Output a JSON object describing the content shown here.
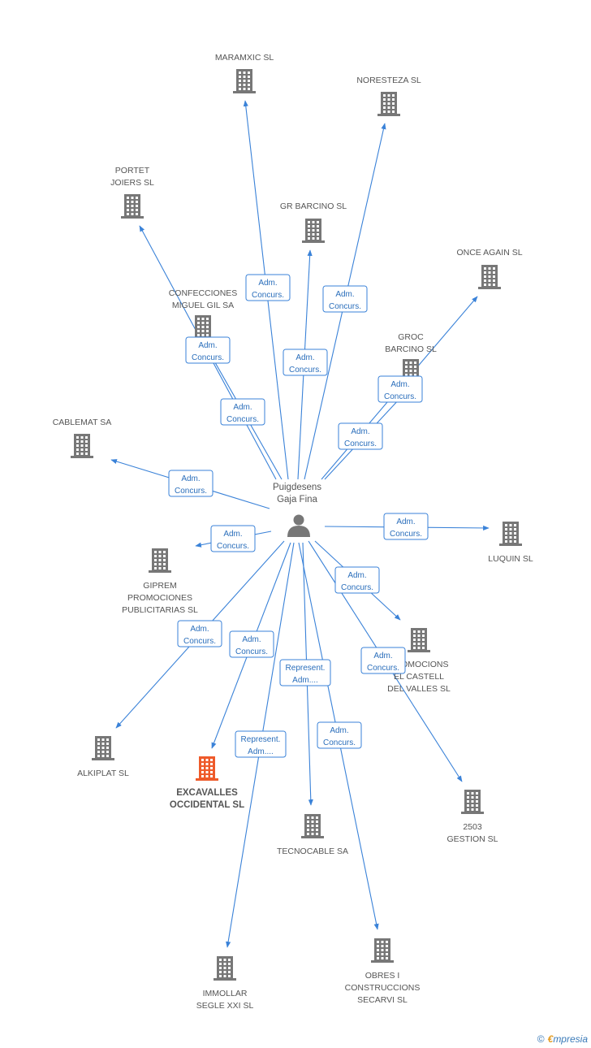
{
  "colors": {
    "edge": "#3a82d8",
    "building": "#777777",
    "highlight": "#ee5a2a",
    "label_border": "#3a82d8",
    "label_text": "#2a6ebb",
    "person": "#777777"
  },
  "center": {
    "name": [
      "Puigdesens",
      "Gaja Fina"
    ],
    "icon": "person-icon"
  },
  "nodes": [
    {
      "id": "maramxic",
      "label": [
        "MARAMXIC  SL"
      ]
    },
    {
      "id": "noresteza",
      "label": [
        "NORESTEZA SL"
      ]
    },
    {
      "id": "portet",
      "label": [
        "PORTET",
        "JOIERS SL"
      ]
    },
    {
      "id": "grbarcino",
      "label": [
        "GR BARCINO SL"
      ]
    },
    {
      "id": "onceagain",
      "label": [
        "ONCE AGAIN SL"
      ]
    },
    {
      "id": "confecciones",
      "label": [
        "CONFECCIONES",
        "MIGUEL GIL SA"
      ]
    },
    {
      "id": "grocbarcino",
      "label": [
        "GROC",
        "BARCINO SL"
      ]
    },
    {
      "id": "cablemat",
      "label": [
        "CABLEMAT SA"
      ]
    },
    {
      "id": "luquin",
      "label": [
        "LUQUIN SL"
      ]
    },
    {
      "id": "giprem",
      "label": [
        "GIPREM",
        "PROMOCIONES",
        "PUBLICITARIAS SL"
      ]
    },
    {
      "id": "promocions",
      "label": [
        "PROMOCIONS",
        "EL CASTELL",
        "DEL VALLES SL"
      ]
    },
    {
      "id": "alkiplat",
      "label": [
        "ALKIPLAT SL"
      ]
    },
    {
      "id": "excavalles",
      "label": [
        "EXCAVALLES",
        "OCCIDENTAL SL"
      ],
      "highlight": true
    },
    {
      "id": "tecnocable",
      "label": [
        "TECNOCABLE SA"
      ]
    },
    {
      "id": "gestion2503",
      "label": [
        "2503",
        "GESTION SL"
      ]
    },
    {
      "id": "immollar",
      "label": [
        "IMMOLLAR",
        "SEGLE XXI SL"
      ]
    },
    {
      "id": "obres",
      "label": [
        "OBRES I",
        "CONSTRUCCIONS",
        "SECARVI SL"
      ]
    }
  ],
  "edges": [
    {
      "to": "maramxic",
      "label": [
        "Adm.",
        "Concurs."
      ]
    },
    {
      "to": "noresteza",
      "label": [
        "Adm.",
        "Concurs."
      ]
    },
    {
      "to": "portet",
      "label": [
        "Adm.",
        "Concurs."
      ]
    },
    {
      "to": "grbarcino",
      "label": [
        "Adm.",
        "Concurs."
      ]
    },
    {
      "to": "onceagain",
      "label": [
        "Adm.",
        "Concurs."
      ]
    },
    {
      "to": "confecciones",
      "label": [
        "Adm.",
        "Concurs."
      ]
    },
    {
      "to": "grocbarcino",
      "label": [
        "Adm.",
        "Concurs."
      ]
    },
    {
      "to": "cablemat",
      "label": [
        "Adm.",
        "Concurs."
      ]
    },
    {
      "to": "luquin",
      "label": [
        "Adm.",
        "Concurs."
      ]
    },
    {
      "to": "giprem",
      "label": [
        "Adm.",
        "Concurs."
      ]
    },
    {
      "to": "promocions",
      "label": [
        "Adm.",
        "Concurs."
      ]
    },
    {
      "to": "alkiplat",
      "label": [
        "Adm.",
        "Concurs."
      ]
    },
    {
      "to": "excavalles",
      "label": [
        "Adm.",
        "Concurs."
      ]
    },
    {
      "to": "tecnocable",
      "label": [
        "Represent.",
        "Adm...."
      ]
    },
    {
      "to": "gestion2503",
      "label": [
        "Adm.",
        "Concurs."
      ]
    },
    {
      "to": "immollar",
      "label": [
        "Represent.",
        "Adm...."
      ]
    },
    {
      "to": "obres",
      "label": [
        "Adm.",
        "Concurs."
      ]
    }
  ],
  "footer": {
    "copyright": "©",
    "brand_e": "€",
    "brand_rest": "mpresia"
  }
}
